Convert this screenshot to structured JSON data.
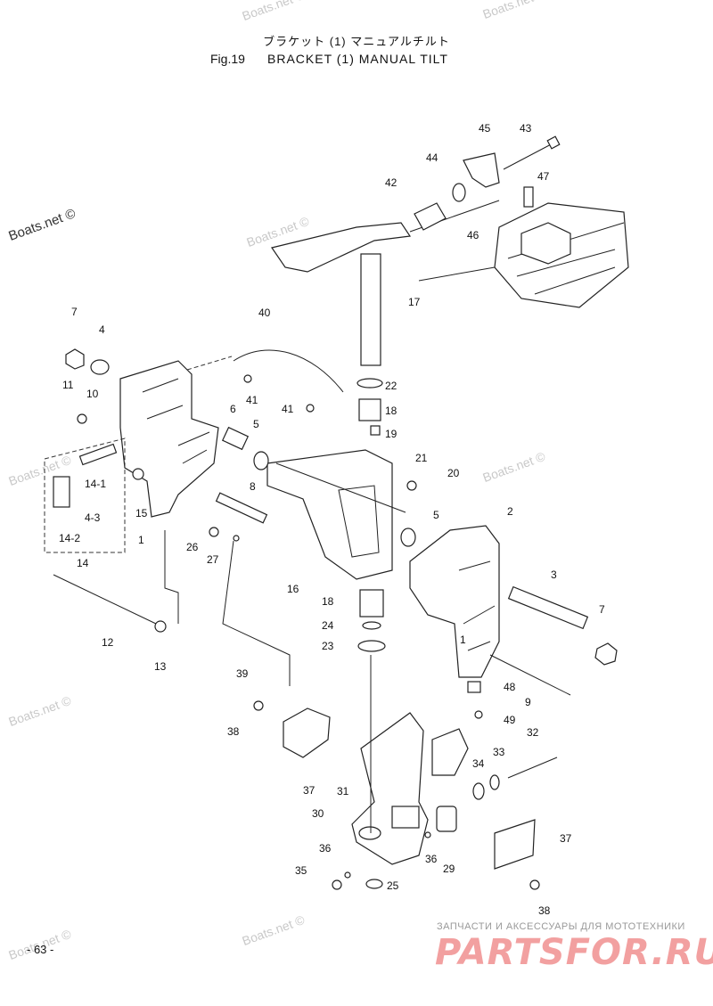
{
  "header": {
    "title_jp": "ブラケット (1) マニュアルチルト",
    "fig_no": "Fig.19",
    "title_en": "BRACKET (1) MANUAL TILT"
  },
  "watermarks": {
    "main": "Boats.net ©",
    "faint": "Boats.net ©"
  },
  "labels": [
    "45",
    "43",
    "44",
    "47",
    "42",
    "46",
    "17",
    "40",
    "7",
    "4",
    "41",
    "22",
    "11",
    "10",
    "6",
    "5",
    "41",
    "18",
    "19",
    "21",
    "20",
    "14-1",
    "15",
    "4-3",
    "14-2",
    "14",
    "1",
    "8",
    "26",
    "27",
    "5",
    "2",
    "16",
    "3",
    "18",
    "24",
    "23",
    "7",
    "12",
    "13",
    "1",
    "48",
    "9",
    "39",
    "49",
    "38",
    "32",
    "37",
    "34",
    "33",
    "31",
    "30",
    "36",
    "29",
    "37",
    "35",
    "36",
    "25",
    "38"
  ],
  "footer": {
    "page_no": "- 63 -",
    "shop_subtitle": "ЗАПЧАСТИ И АКСЕССУАРЫ ДЛЯ МОТОТЕХНИКИ",
    "shop_logo": "PARTSFOR.RU"
  }
}
